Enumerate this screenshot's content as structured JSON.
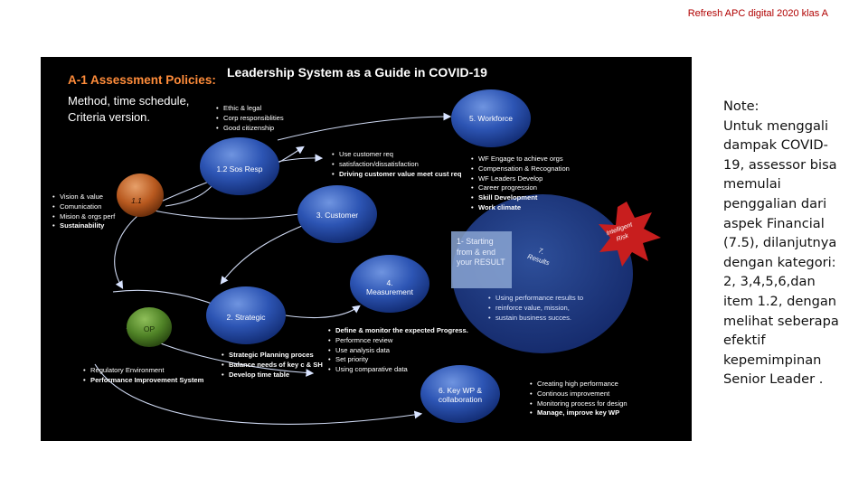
{
  "header": "Refresh APC digital 2020 klas A",
  "slide": {
    "policies_title": "A-1 Assessment Policies:",
    "policies_lines": [
      "Method, time schedule,",
      "Criteria version."
    ],
    "title": "Leadership System as a Guide in COVID-19",
    "nodes": {
      "n11": "1.1",
      "sos": "1.2 Sos Resp",
      "op": "OP",
      "workforce": "5. Workforce",
      "customer": "3. Customer",
      "measurement": [
        "4.",
        "Measurement"
      ],
      "strategic": "2. Strategic",
      "keywp": [
        "6. Key WP &",
        "collaboration"
      ],
      "starting": [
        "1- Starting",
        "from & end",
        "your RESULT"
      ],
      "results": [
        "7.",
        "Results"
      ],
      "risk": [
        "Intelligent",
        "Risk"
      ]
    },
    "lists": {
      "sos": [
        {
          "text": "Ethic & legal",
          "bold": false
        },
        {
          "text": "Corp responsiblities",
          "bold": false
        },
        {
          "text": "Good citizenship",
          "bold": false
        }
      ],
      "left": [
        {
          "text": "Vision & value",
          "bold": false
        },
        {
          "text": "Comunication",
          "bold": false
        },
        {
          "text": "Mision & orgs perf",
          "bold": false
        },
        {
          "text": "Sustainability",
          "bold": true
        }
      ],
      "customer": [
        {
          "text": "Use customer req",
          "bold": false
        },
        {
          "text": "satisfaction/dissatisfaction",
          "bold": false
        },
        {
          "text": "Driving customer value meet cust req",
          "bold": true
        }
      ],
      "workforce": [
        {
          "text": "WF Engage to achieve orgs",
          "bold": false
        },
        {
          "text": "Compensation & Recognation",
          "bold": false
        },
        {
          "text": "WF Leaders Develop",
          "bold": false
        },
        {
          "text": "Career progression",
          "bold": false
        },
        {
          "text": "Skill Development",
          "bold": true
        },
        {
          "text": "Work climate",
          "bold": true
        }
      ],
      "measurement": [
        {
          "text": "Using performance results to",
          "bold": false
        },
        {
          "text": "reinforce value, mission,",
          "bold": false
        },
        {
          "text": "sustain business succes.",
          "bold": false
        }
      ],
      "progress": [
        {
          "text": "Define & monitor the expected Progress.",
          "bold": true
        },
        {
          "text": "Performnce review",
          "bold": false
        },
        {
          "text": "Use analysis data",
          "bold": false
        },
        {
          "text": "Set priority",
          "bold": false
        },
        {
          "text": "Using comparative data",
          "bold": false
        }
      ],
      "strategic": [
        {
          "text": "Strategic Planning proces",
          "bold": true
        },
        {
          "text": "Balance needs of key c & SH",
          "bold": true
        },
        {
          "text": "Develop time table",
          "bold": true
        }
      ],
      "op": [
        {
          "text": "Regulatory Environment",
          "bold": false
        },
        {
          "text": "Performance Improvement System",
          "bold": true
        }
      ],
      "keywp": [
        {
          "text": "Creating high performance",
          "bold": false
        },
        {
          "text": "Continous improvement",
          "bold": false
        },
        {
          "text": "Monitoring process for design",
          "bold": false
        },
        {
          "text": "Manage, improve key WP",
          "bold": true
        }
      ]
    }
  },
  "note": [
    "Note:",
    "Untuk menggali",
    "dampak COVID-",
    "19, assessor bisa",
    "memulai",
    "penggalian dari",
    "aspek Financial",
    "(7.5), dilanjutnya",
    "dengan kategori:",
    "2, 3,4,5,6,dan",
    "item 1.2, dengan",
    "melihat seberapa",
    "efektif",
    "kepemimpinan",
    "Senior Leader ."
  ]
}
